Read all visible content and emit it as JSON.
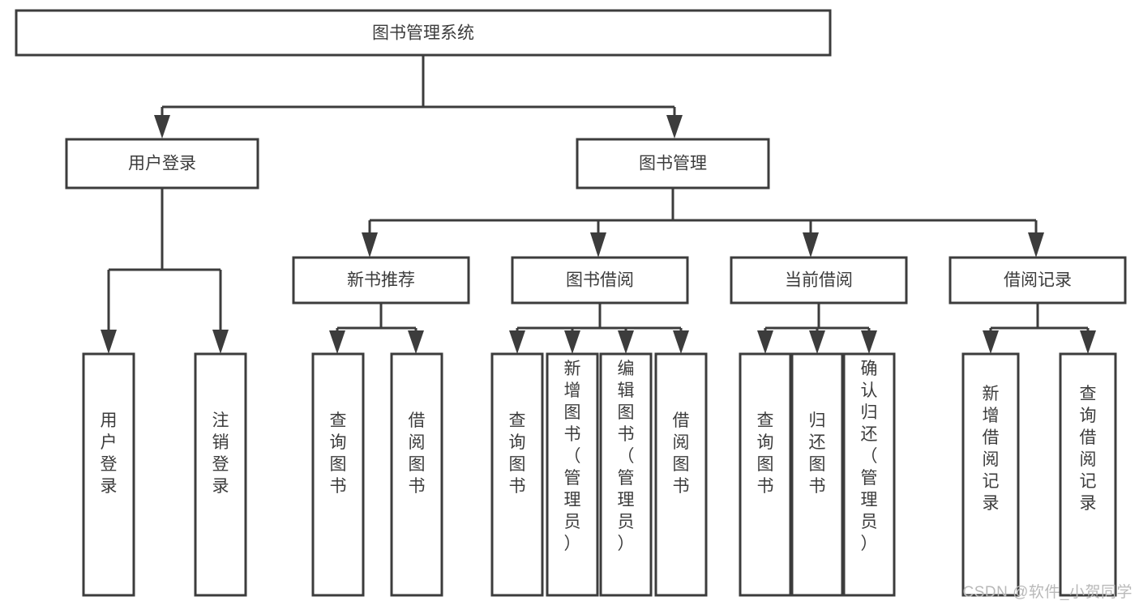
{
  "diagram": {
    "type": "tree-hierarchy-chart",
    "title": "图书管理系统",
    "watermark": "CSDN @软件_小贺同学",
    "colors": {
      "background": "#ffffff",
      "stroke": "#3c3c3c",
      "box_fill": "#ffffff",
      "text": "#3c3c3c",
      "watermark": "#b9b9b9"
    },
    "nodes": {
      "root": {
        "label": "图书管理系统",
        "level": 0
      },
      "level1": [
        {
          "id": "user-login",
          "label": "用户登录"
        },
        {
          "id": "book-management",
          "label": "图书管理"
        }
      ],
      "level2": [
        {
          "id": "new-book-recommend",
          "label": "新书推荐",
          "parent": "book-management"
        },
        {
          "id": "book-borrow",
          "label": "图书借阅",
          "parent": "book-management"
        },
        {
          "id": "current-borrow",
          "label": "当前借阅",
          "parent": "book-management"
        },
        {
          "id": "borrow-record",
          "label": "借阅记录",
          "parent": "book-management"
        }
      ],
      "leaves": [
        {
          "id": "leaf-user-login",
          "label": "用户登录",
          "parent": "user-login"
        },
        {
          "id": "leaf-logout-login",
          "label": "注销登录",
          "parent": "user-login"
        },
        {
          "id": "leaf-query-book-1",
          "label": "查询图书",
          "parent": "new-book-recommend"
        },
        {
          "id": "leaf-borrow-book-1",
          "label": "借阅图书",
          "parent": "new-book-recommend"
        },
        {
          "id": "leaf-query-book-2",
          "label": "查询图书",
          "parent": "book-borrow"
        },
        {
          "id": "leaf-add-book",
          "label": "新增图书（管理员）",
          "parent": "book-borrow"
        },
        {
          "id": "leaf-edit-book",
          "label": "编辑图书（管理员）",
          "parent": "book-borrow"
        },
        {
          "id": "leaf-borrow-book-2",
          "label": "借阅图书",
          "parent": "book-borrow"
        },
        {
          "id": "leaf-query-book-3",
          "label": "查询图书",
          "parent": "current-borrow"
        },
        {
          "id": "leaf-return-book",
          "label": "归还图书",
          "parent": "current-borrow"
        },
        {
          "id": "leaf-confirm-return",
          "label": "确认归还（管理员）",
          "parent": "current-borrow"
        },
        {
          "id": "leaf-add-record",
          "label": "新增借阅记录",
          "parent": "borrow-record"
        },
        {
          "id": "leaf-query-record",
          "label": "查询借阅记录",
          "parent": "borrow-record"
        }
      ]
    }
  }
}
